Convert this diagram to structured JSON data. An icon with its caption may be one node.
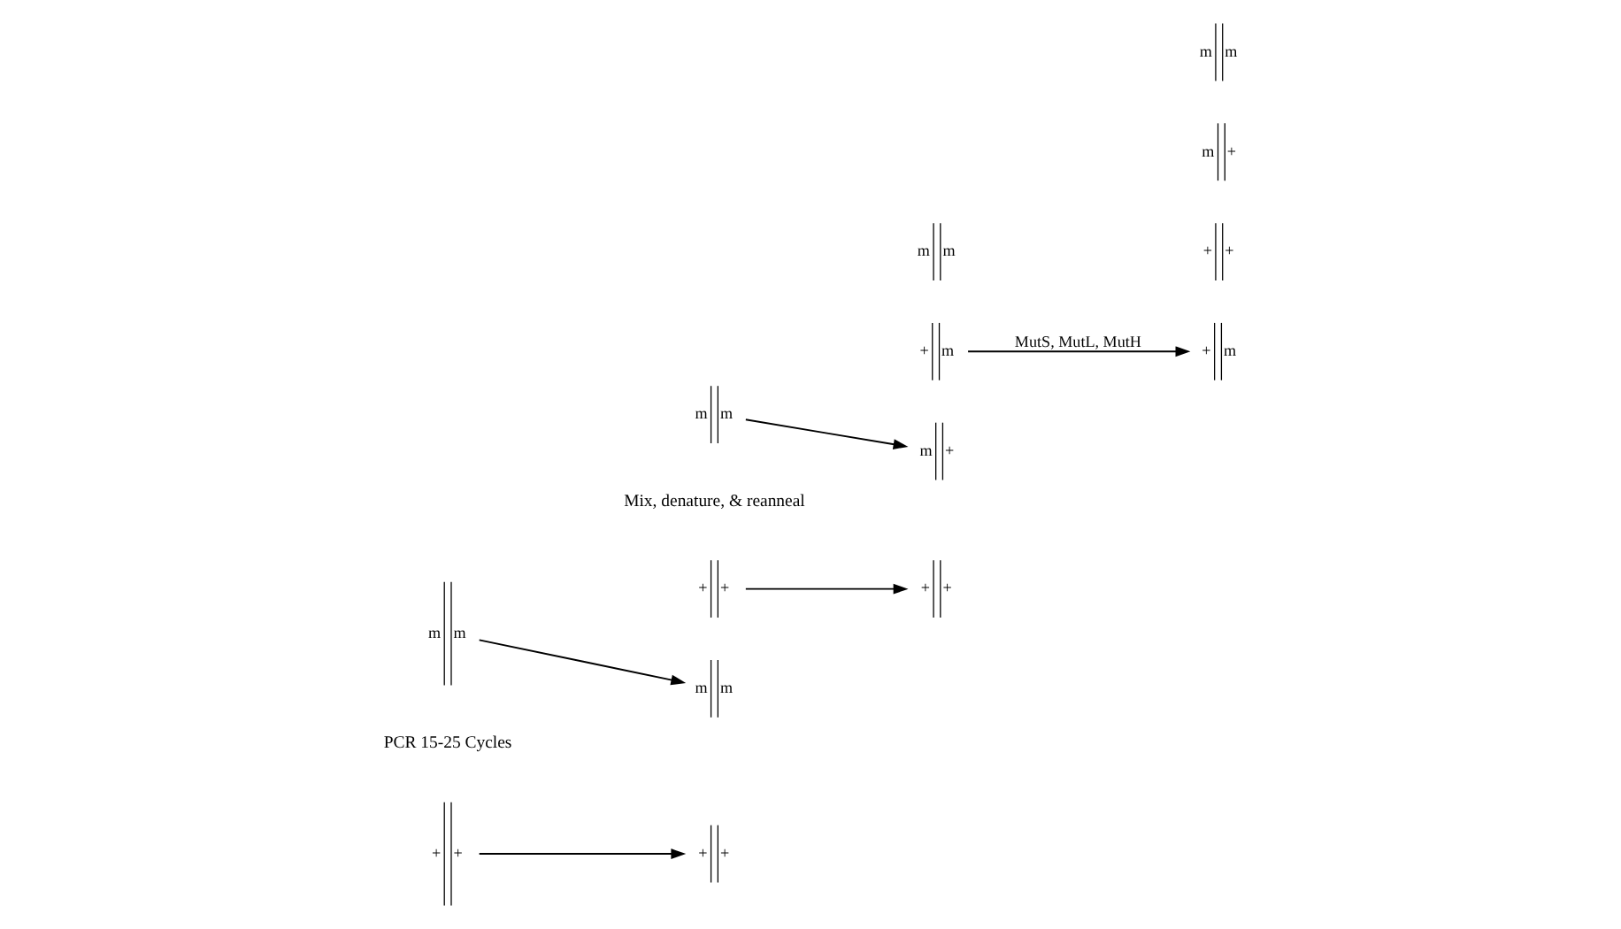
{
  "diagram": {
    "nodes": [
      {
        "text": [
          "+",
          "+"
        ]
      },
      {
        "text": [
          "m",
          "m"
        ]
      },
      {
        "text": [
          "+",
          "+"
        ]
      },
      {
        "text": [
          "+",
          "+"
        ]
      },
      {
        "text": [
          "m",
          "m"
        ]
      },
      {
        "text": [
          "m",
          "m"
        ]
      },
      {
        "text": [
          "+",
          "+"
        ]
      },
      {
        "text": [
          "+",
          "m"
        ]
      },
      {
        "text": [
          "m",
          "+"
        ]
      },
      {
        "text": [
          "m",
          "m"
        ]
      },
      {
        "text": [
          "+",
          "+"
        ]
      },
      {
        "text": [
          "+",
          "m"
        ]
      },
      {
        "text": [
          "m",
          "+"
        ]
      },
      {
        "text": [
          "m",
          "m"
        ]
      }
    ],
    "edges": [
      {
        "from": 0,
        "to": 2,
        "arrow": "to"
      },
      {
        "from": 1,
        "to": 4,
        "arrow": "to"
      },
      {
        "from": 3,
        "to": 6,
        "arrow": "to"
      },
      {
        "from": 5,
        "to": 8,
        "arrow": "to"
      },
      {
        "from": 7,
        "to": 11,
        "arrow": "to",
        "label": "MutS, MutL, MutH"
      }
    ],
    "labels": [
      "PCR 15-25 Cycles",
      "Mix, denature, & reanneal"
    ]
  }
}
